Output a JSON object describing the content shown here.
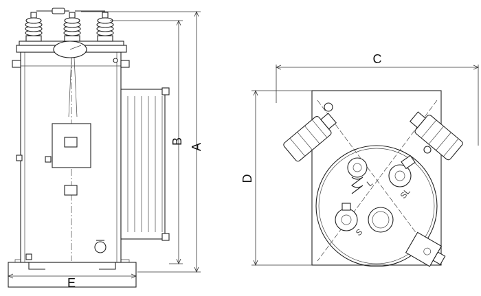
{
  "side_view": {
    "dimension_labels": {
      "a": "A",
      "b": "B",
      "e": "E"
    }
  },
  "top_view": {
    "dimension_labels": {
      "c": "C",
      "d": "D"
    },
    "terminal_labels": {
      "l": "L",
      "sl": "SL",
      "s": "S"
    }
  }
}
